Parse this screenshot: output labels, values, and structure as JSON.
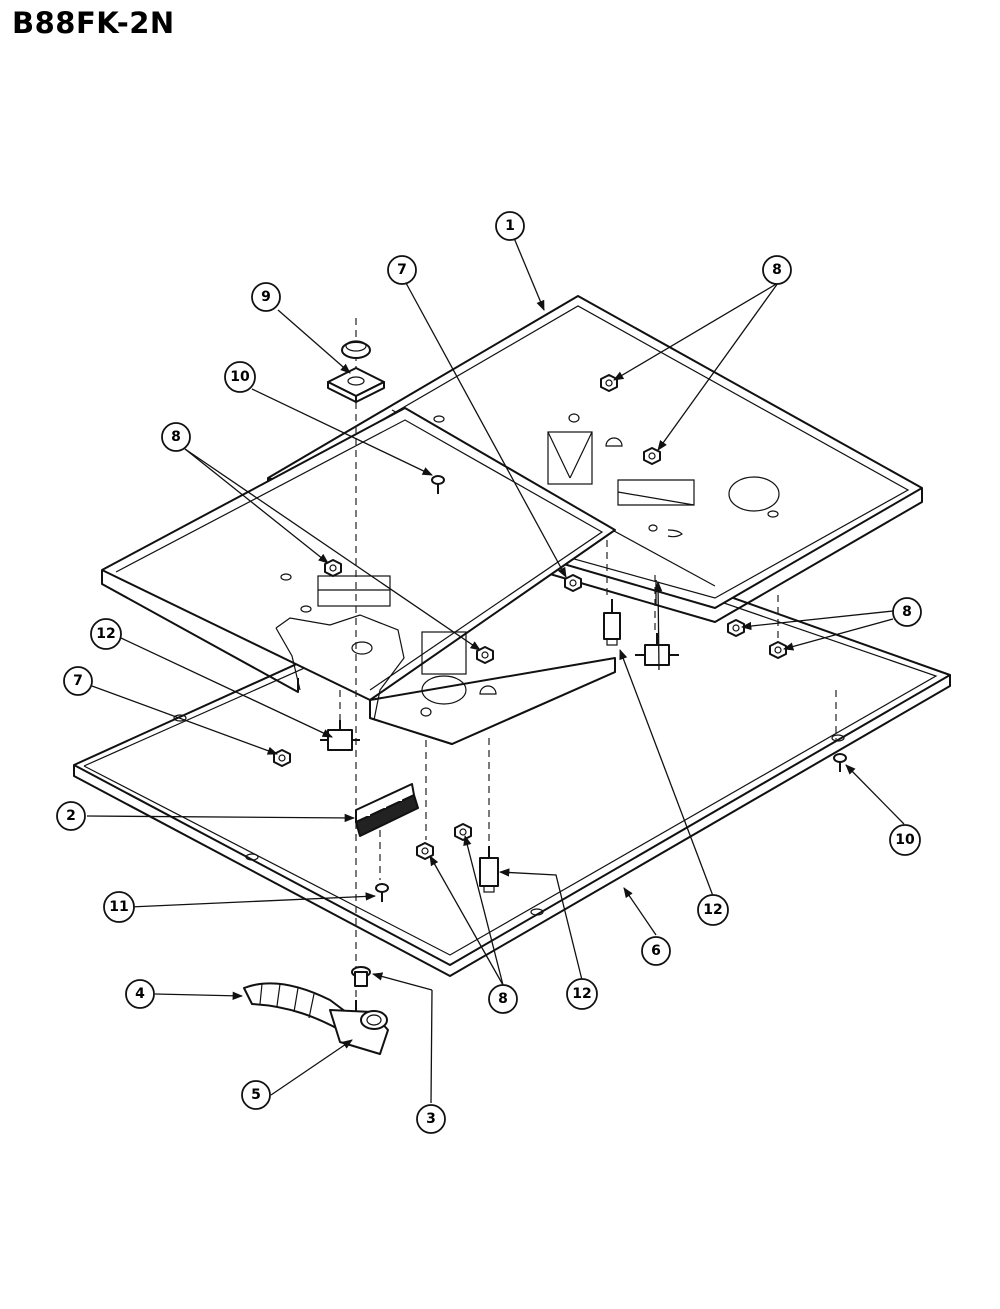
{
  "title": "B88FK-2N",
  "callouts": [
    {
      "id": "c-1",
      "label": "1"
    },
    {
      "id": "c-7a",
      "label": "7"
    },
    {
      "id": "c-8a",
      "label": "8"
    },
    {
      "id": "c-9",
      "label": "9"
    },
    {
      "id": "c-10a",
      "label": "10"
    },
    {
      "id": "c-8b",
      "label": "8"
    },
    {
      "id": "c-8c",
      "label": "8"
    },
    {
      "id": "c-12a",
      "label": "12"
    },
    {
      "id": "c-7b",
      "label": "7"
    },
    {
      "id": "c-2",
      "label": "2"
    },
    {
      "id": "c-10b",
      "label": "10"
    },
    {
      "id": "c-11",
      "label": "11"
    },
    {
      "id": "c-12b",
      "label": "12"
    },
    {
      "id": "c-6",
      "label": "6"
    },
    {
      "id": "c-4",
      "label": "4"
    },
    {
      "id": "c-8d",
      "label": "8"
    },
    {
      "id": "c-12c",
      "label": "12"
    },
    {
      "id": "c-5",
      "label": "5"
    },
    {
      "id": "c-3",
      "label": "3"
    }
  ]
}
